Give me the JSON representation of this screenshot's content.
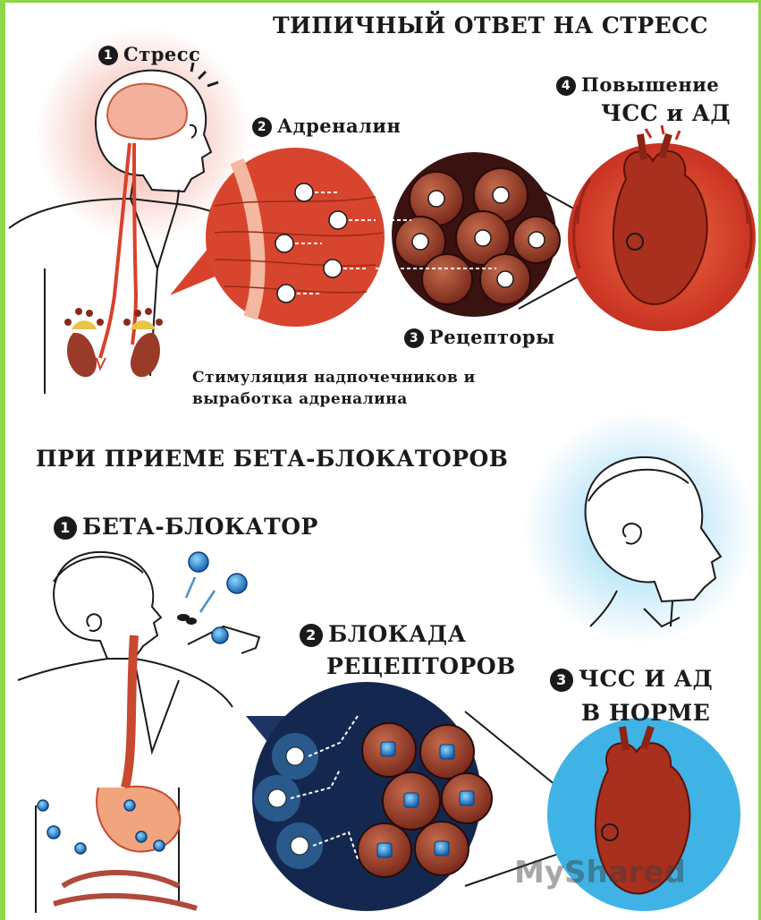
{
  "top": {
    "title": "ТИПИЧНЫЙ ОТВЕТ НА СТРЕСС",
    "step1": {
      "num": "1",
      "label": "Стресс"
    },
    "step2": {
      "num": "2",
      "label": "Адреналин"
    },
    "step3": {
      "num": "3",
      "label": "Рецепторы"
    },
    "step4": {
      "num": "4",
      "line1": "Повышение",
      "line2": "ЧСС и АД"
    },
    "caption_line1": "Стимуляция надпочечников и",
    "caption_line2": "выработка адреналина"
  },
  "bottom": {
    "title": "ПРИ ПРИЕМЕ БЕТА-БЛОКАТОРОВ",
    "step1": {
      "num": "1",
      "label": "БЕТА-БЛОКАТОР"
    },
    "step2": {
      "num": "2",
      "line1": "БЛОКАДА",
      "line2": "РЕЦЕПТОРОВ"
    },
    "step3": {
      "num": "3",
      "line1": "ЧСС И АД",
      "line2": "В НОРМЕ"
    }
  },
  "watermark": "MyShared",
  "colors": {
    "frame": "#8ed64a",
    "stress_red": "#d8412c",
    "organ_brown": "#8a3a2a",
    "calm_blue": "#3fb3e6",
    "pill_blue": "#1f6fc0"
  }
}
